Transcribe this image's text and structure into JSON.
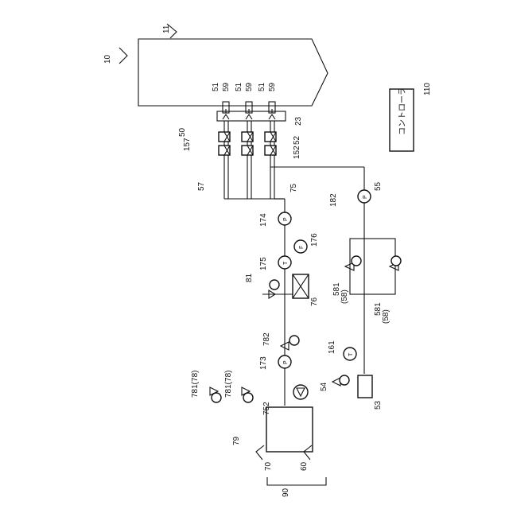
{
  "figure": {
    "controller_label": "コントローラ",
    "labels": {
      "boiler": "11",
      "boiler_unit": "10",
      "controller_ref": "110",
      "nozzle_51": "51",
      "nozzle_59": "59",
      "burner_section": "50",
      "wall_23": "23",
      "valve_157": "157",
      "valve_52": "52",
      "valve_152": "152",
      "lines_57": "57",
      "line_75": "75",
      "line_55": "55",
      "pump_174": "174",
      "pump_182": "182",
      "temp_175": "175",
      "flow_176": "176",
      "valve_81": "81",
      "heater_76": "76",
      "valve_581": "581",
      "valve_581_sub": "(58)",
      "valve_782": "782",
      "pump_173": "173",
      "temp_161": "161",
      "valve_781": "781(78)",
      "line_752": "752",
      "valve_54": "54",
      "device_53": "53",
      "tank_79": "79",
      "system_70": "70",
      "system_60": "60",
      "system_90": "90"
    },
    "symbol_letters": {
      "pressure": "P",
      "temperature": "T",
      "flow": "F"
    }
  }
}
